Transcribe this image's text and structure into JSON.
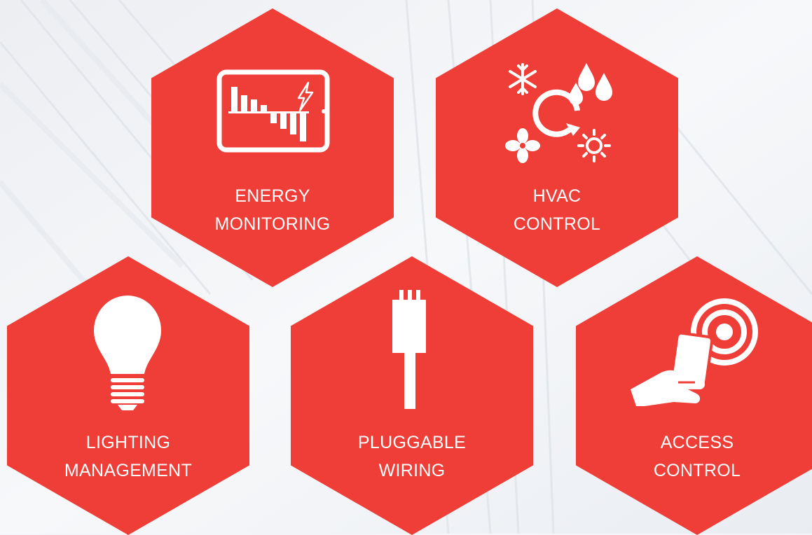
{
  "tiles": [
    {
      "id": "energy",
      "lines": [
        "ENERGY",
        "MONITORING"
      ],
      "icon": "tablet-energy-chart-icon"
    },
    {
      "id": "hvac",
      "lines": [
        "HVAC",
        "CONTROL"
      ],
      "icon": "hvac-cycle-icon"
    },
    {
      "id": "lighting",
      "lines": [
        "LIGHTING",
        "MANAGEMENT"
      ],
      "icon": "light-bulb-icon"
    },
    {
      "id": "wiring",
      "lines": [
        "PLUGGABLE",
        "WIRING"
      ],
      "icon": "plug-connector-icon"
    },
    {
      "id": "access",
      "lines": [
        "ACCESS",
        "CONTROL"
      ],
      "icon": "access-card-icon"
    }
  ],
  "colors": {
    "hex_fill": "#ee3e37",
    "text": "#ffffff",
    "background": "#f3f5f8"
  }
}
